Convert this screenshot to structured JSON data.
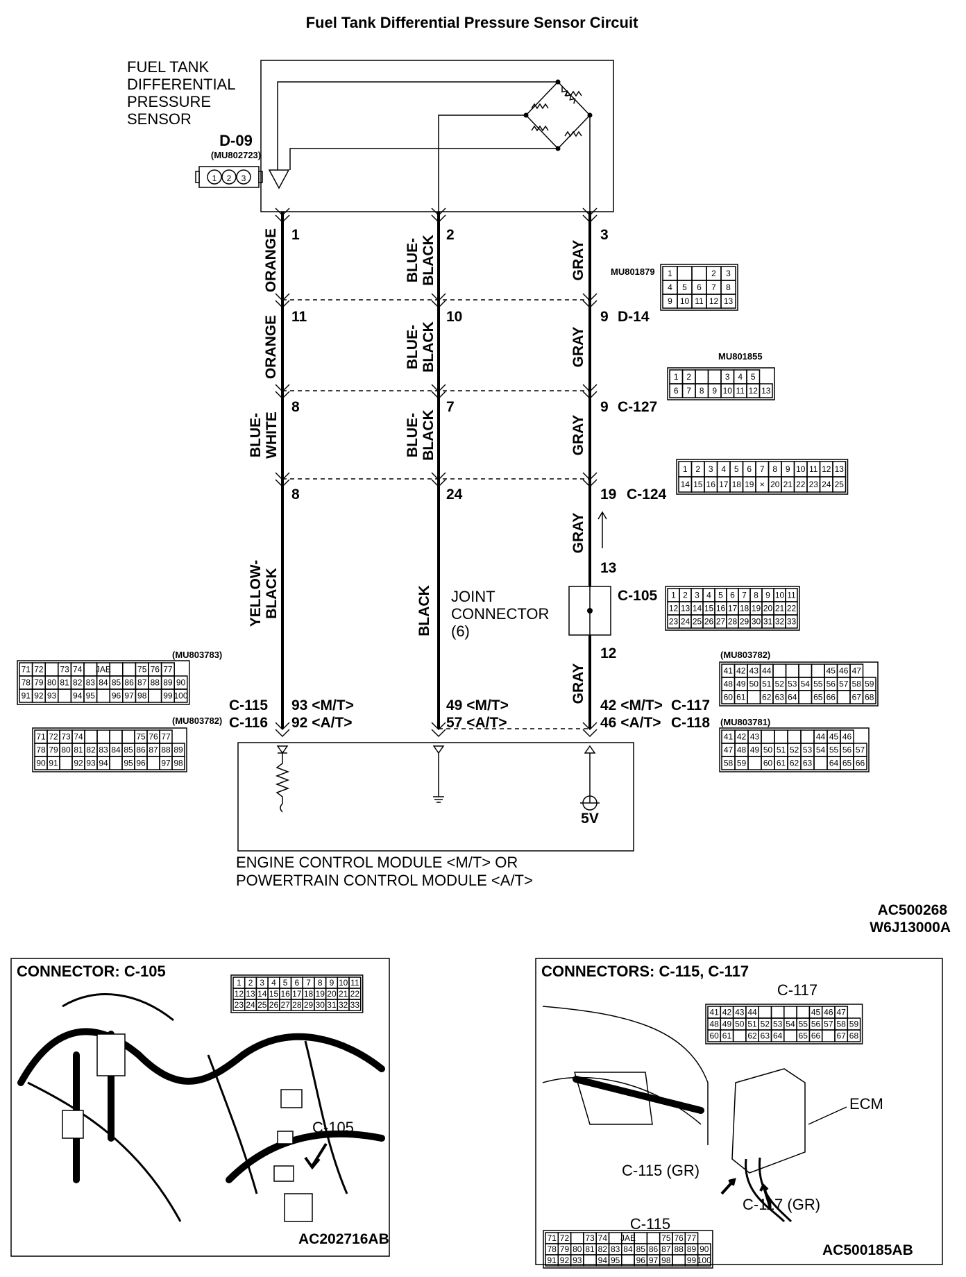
{
  "title": "Fuel Tank Differential Pressure Sensor Circuit",
  "sensor": {
    "label_lines": [
      "FUEL TANK",
      "DIFFERENTIAL",
      "PRESSURE",
      "SENSOR"
    ],
    "connector": "D-09",
    "part": "(MU802723)",
    "pins": [
      "1",
      "2",
      "3"
    ]
  },
  "columns": [
    {
      "id": "left"
    },
    {
      "id": "mid"
    },
    {
      "id": "right"
    }
  ],
  "segments": [
    {
      "pins": [
        "1",
        "2",
        "3"
      ],
      "colors": [
        [
          "ORANGE"
        ],
        [
          "BLUE-",
          "BLACK"
        ],
        [
          "GRAY"
        ]
      ],
      "connector": ""
    },
    {
      "pins": [
        "11",
        "10",
        "9"
      ],
      "colors": [
        [
          "ORANGE"
        ],
        [
          "BLUE-",
          "BLACK"
        ],
        [
          "GRAY"
        ]
      ],
      "connector": "D-14"
    },
    {
      "pins": [
        "8",
        "7",
        "9"
      ],
      "colors": [
        [
          "BLUE-",
          "WHITE"
        ],
        [
          "BLUE-",
          "BLACK"
        ],
        [
          "GRAY"
        ]
      ],
      "connector": "C-127"
    },
    {
      "pins": [
        "8",
        "24",
        "19"
      ],
      "colors": [
        [
          "YELLOW-",
          "BLACK"
        ],
        [
          "BLACK"
        ],
        [
          "GRAY"
        ]
      ],
      "connector": "C-124"
    }
  ],
  "joint": {
    "label_lines": [
      "JOINT",
      "CONNECTOR",
      "(6)"
    ],
    "connector": "C-105",
    "pin_top": "13",
    "pin_bottom": "12",
    "gray_upper": "GRAY",
    "gray_lower": "GRAY"
  },
  "ecm_pins": {
    "left_mt": "93 <M/T>",
    "left_at": "92 <A/T>",
    "mid_mt": "49 <M/T>",
    "mid_at": "57 <A/T>",
    "right_mt": "42 <M/T>",
    "right_at": "46 <A/T>",
    "c115": "C-115",
    "c116": "C-116",
    "c117": "C-117",
    "c118": "C-118"
  },
  "ecm": {
    "label_lines": [
      "ENGINE CONTROL MODULE <M/T> OR",
      "POWERTRAIN CONTROL MODULE <A/T>"
    ],
    "voltage": "5V"
  },
  "connector_tables": {
    "d14": {
      "part": "MU801879",
      "rows": [
        [
          "1",
          "",
          "",
          "2",
          "3"
        ],
        [
          "4",
          "5",
          "6",
          "7",
          "8"
        ],
        [
          "9",
          "10",
          "11",
          "12",
          "13"
        ]
      ]
    },
    "c127": {
      "part": "MU801855",
      "rows": [
        [
          "1",
          "2",
          "",
          "",
          "3",
          "4",
          "5"
        ],
        [
          "6",
          "7",
          "8",
          "9",
          "10",
          "11",
          "12",
          "13"
        ]
      ]
    },
    "c124": {
      "rows": [
        [
          "1",
          "2",
          "3",
          "4",
          "5",
          "6",
          "7",
          "8",
          "9",
          "10",
          "11",
          "12",
          "13"
        ],
        [
          "14",
          "15",
          "16",
          "17",
          "18",
          "19",
          "×",
          "20",
          "21",
          "22",
          "23",
          "24",
          "25"
        ]
      ]
    },
    "c105": {
      "rows": [
        [
          "1",
          "2",
          "3",
          "4",
          "5",
          "6",
          "7",
          "8",
          "9",
          "10",
          "11"
        ],
        [
          "12",
          "13",
          "14",
          "15",
          "16",
          "17",
          "18",
          "19",
          "20",
          "21",
          "22"
        ],
        [
          "23",
          "24",
          "25",
          "26",
          "27",
          "28",
          "29",
          "30",
          "31",
          "32",
          "33"
        ]
      ]
    },
    "c115": {
      "part": "(MU803783)",
      "rows": [
        [
          "71",
          "72",
          "",
          "73",
          "74",
          "",
          "JAE",
          "",
          "",
          "75",
          "76",
          "77"
        ],
        [
          "78",
          "79",
          "80",
          "81",
          "82",
          "83",
          "84",
          "85",
          "86",
          "87",
          "88",
          "89",
          "90"
        ],
        [
          "91",
          "92",
          "93",
          "",
          "94",
          "95",
          "",
          "96",
          "97",
          "98",
          "",
          "99",
          "100"
        ]
      ]
    },
    "c116": {
      "part": "(MU803782)",
      "rows": [
        [
          "71",
          "72",
          "73",
          "74",
          "",
          "",
          "",
          "",
          "75",
          "76",
          "77"
        ],
        [
          "78",
          "79",
          "80",
          "81",
          "82",
          "83",
          "84",
          "85",
          "86",
          "87",
          "88",
          "89"
        ],
        [
          "90",
          "91",
          "",
          "92",
          "93",
          "94",
          "",
          "95",
          "96",
          "",
          "97",
          "98"
        ]
      ]
    },
    "c117": {
      "part": "(MU803782)",
      "rows": [
        [
          "41",
          "42",
          "43",
          "44",
          "",
          "",
          "",
          "",
          "45",
          "46",
          "47"
        ],
        [
          "48",
          "49",
          "50",
          "51",
          "52",
          "53",
          "54",
          "55",
          "56",
          "57",
          "58",
          "59"
        ],
        [
          "60",
          "61",
          "",
          "62",
          "63",
          "64",
          "",
          "65",
          "66",
          "",
          "67",
          "68"
        ]
      ]
    },
    "c118": {
      "part": "(MU803781)",
      "rows": [
        [
          "41",
          "42",
          "43",
          "",
          "",
          "",
          "",
          "44",
          "45",
          "46"
        ],
        [
          "47",
          "48",
          "49",
          "50",
          "51",
          "52",
          "53",
          "54",
          "55",
          "56",
          "57"
        ],
        [
          "58",
          "59",
          "",
          "60",
          "61",
          "62",
          "63",
          "",
          "64",
          "65",
          "66"
        ]
      ]
    }
  },
  "codes": {
    "code1": "AC500268",
    "code2": "W6J13000A"
  },
  "panel_left": {
    "title": "CONNECTOR: C-105",
    "callout": "C-105",
    "code": "AC202716AB"
  },
  "panel_right": {
    "title": "CONNECTORS: C-115, C-117",
    "c117_label": "C-117",
    "jae": "JAE",
    "ecm_label": "ECM",
    "c115_callout": "C-115 (GR)",
    "c117_callout": "C-117 (GR)",
    "c115_label": "C-115",
    "code": "AC500185AB"
  }
}
